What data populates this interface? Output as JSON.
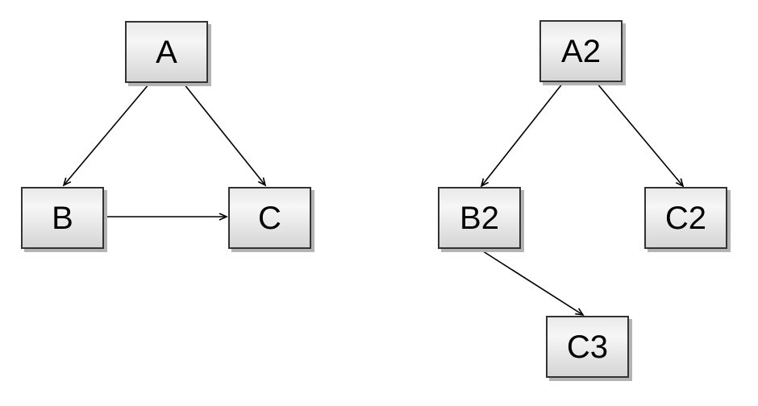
{
  "diagram": {
    "background_color": "#ffffff",
    "node_style": {
      "fill_top": "#e9e9e9",
      "fill_mid": "#f6f6f6",
      "fill_bottom": "#d5d5d5",
      "border_color": "#333333",
      "shadow_color": "#b4b4b4",
      "text_color": "#000000"
    },
    "edge_style": {
      "line_color": "#000000",
      "arrowhead": "open-v"
    },
    "graphs": [
      {
        "id": "left-graph",
        "nodes": [
          {
            "label": "A"
          },
          {
            "label": "B"
          },
          {
            "label": "C"
          }
        ],
        "edges": [
          {
            "from": "A",
            "to": "B"
          },
          {
            "from": "A",
            "to": "C"
          },
          {
            "from": "B",
            "to": "C"
          }
        ]
      },
      {
        "id": "right-graph",
        "nodes": [
          {
            "label": "A2"
          },
          {
            "label": "B2"
          },
          {
            "label": "C2"
          },
          {
            "label": "C3"
          }
        ],
        "edges": [
          {
            "from": "A2",
            "to": "B2"
          },
          {
            "from": "A2",
            "to": "C2"
          },
          {
            "from": "B2",
            "to": "C3"
          }
        ]
      }
    ]
  }
}
